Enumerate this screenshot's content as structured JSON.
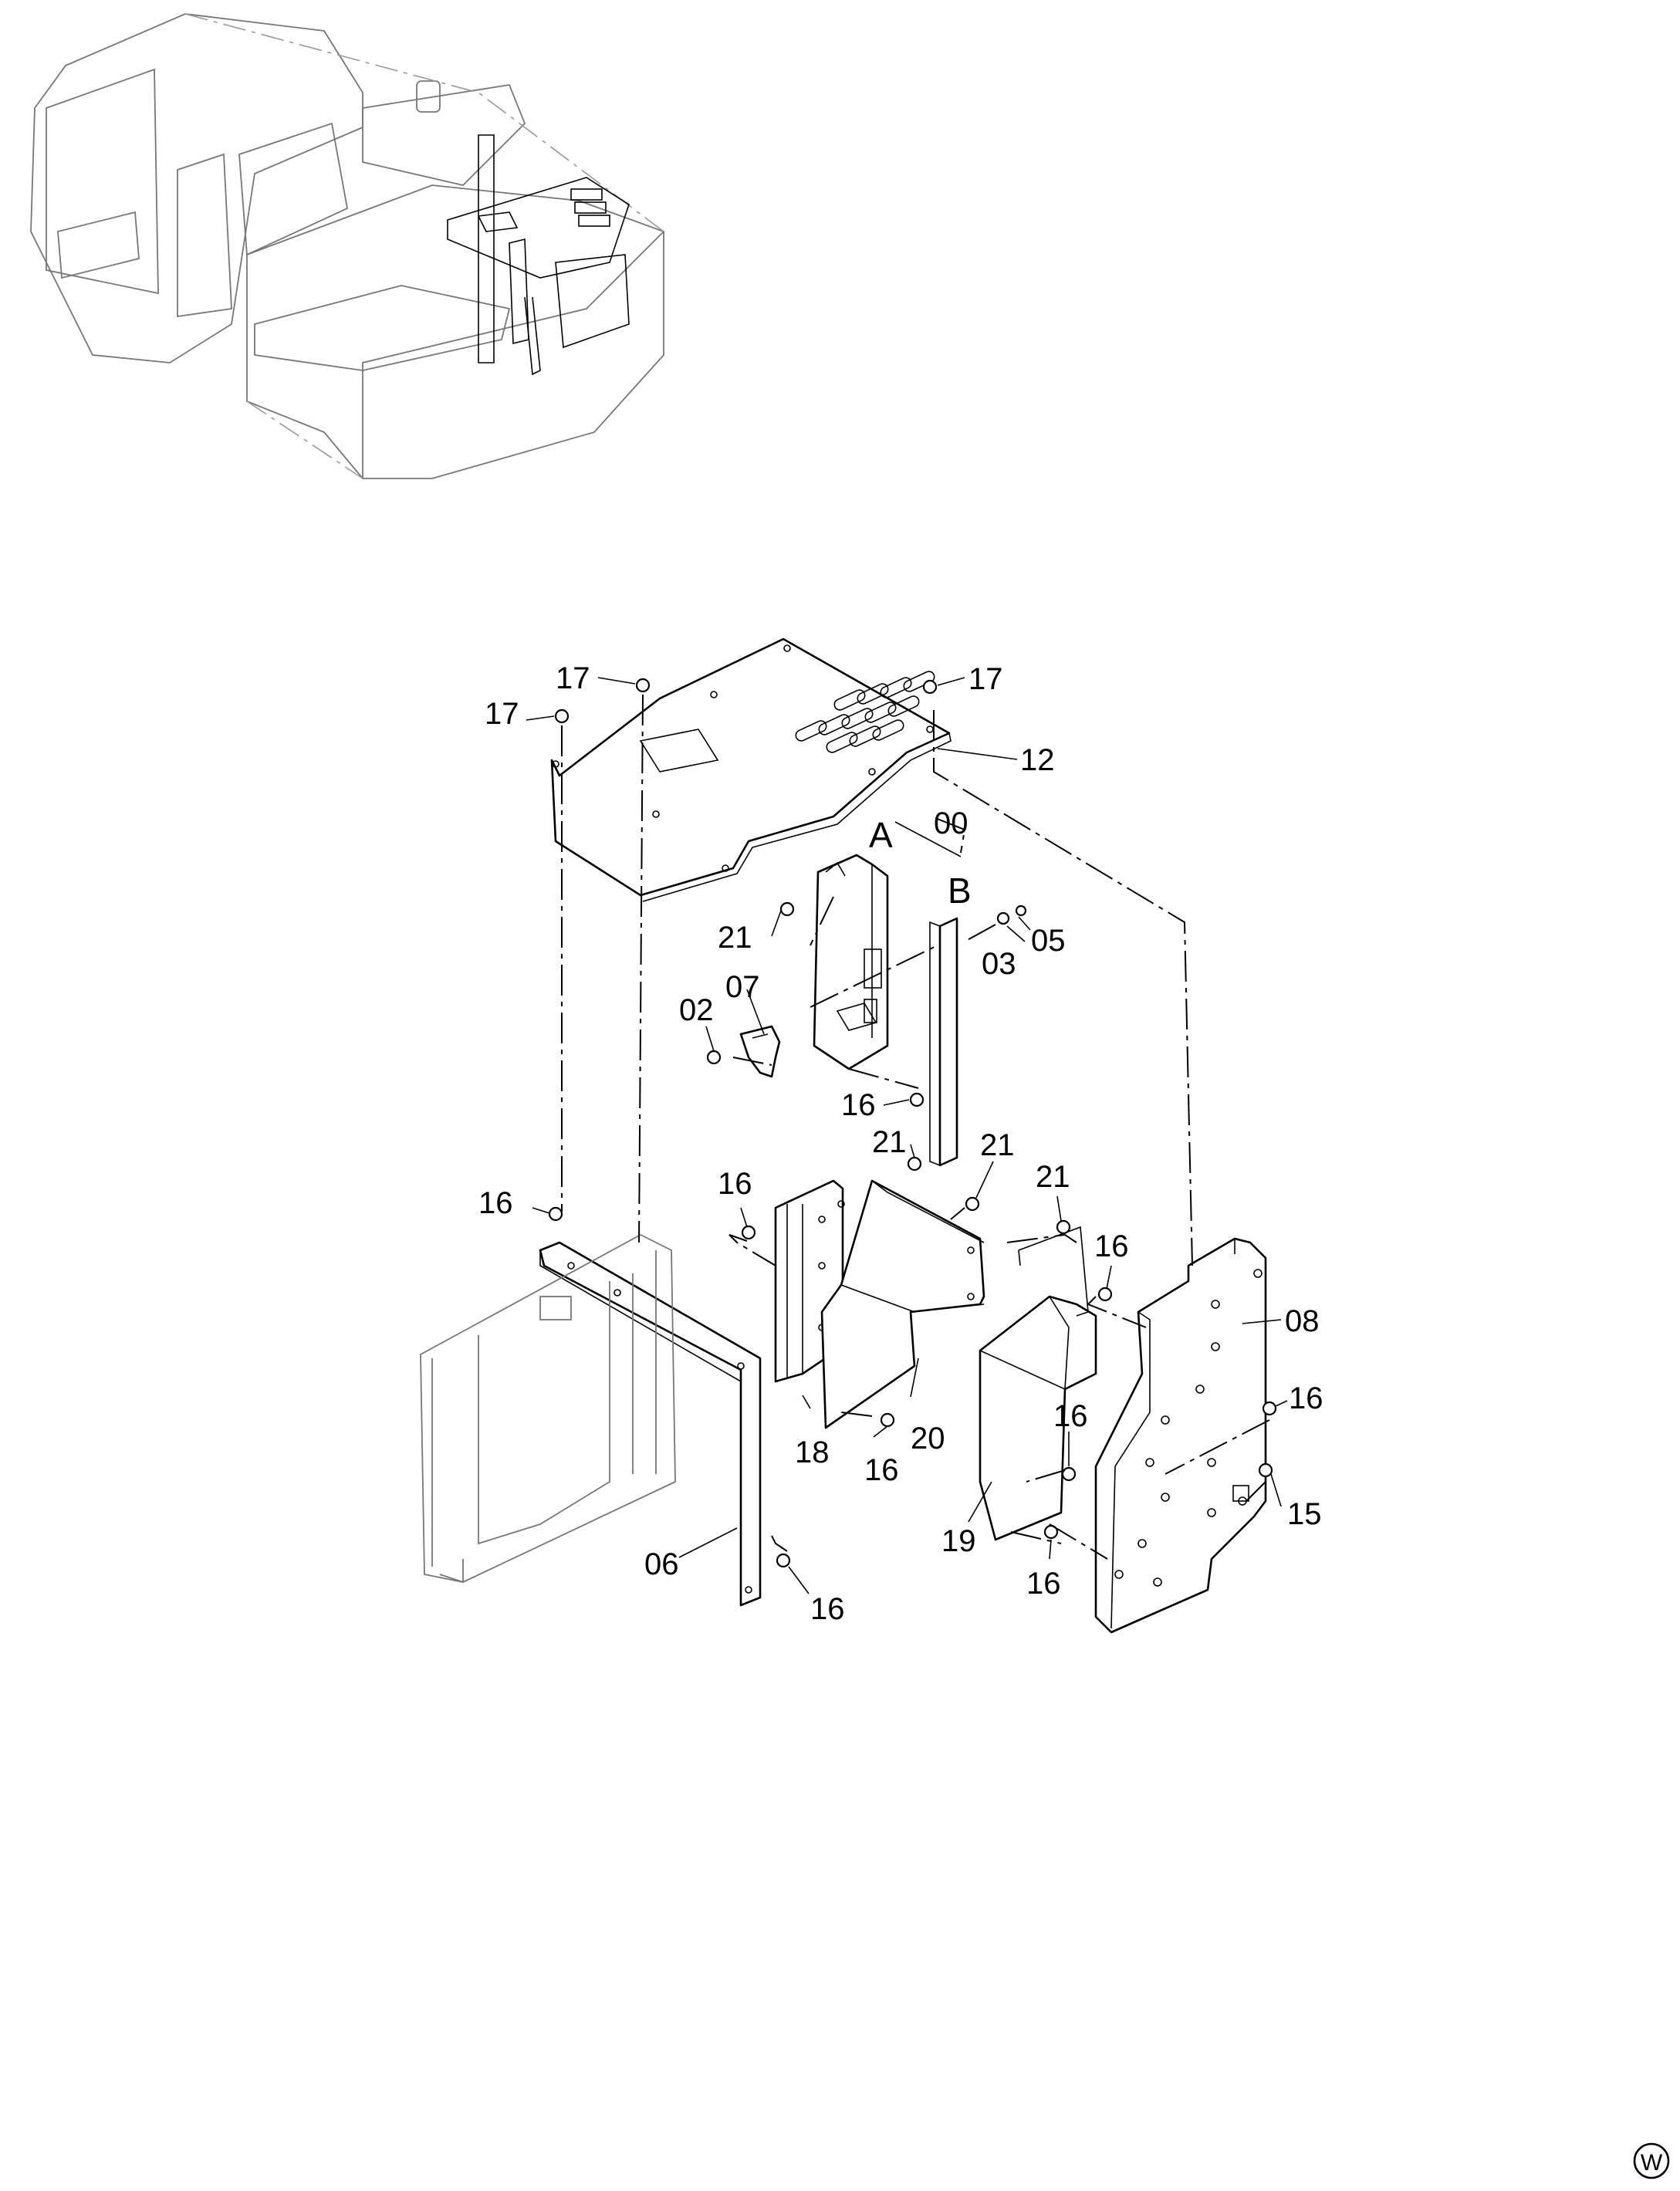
{
  "diagram": {
    "part_labels": {
      "p00": "00",
      "p02": "02",
      "p03": "03",
      "p05": "05",
      "p06": "06",
      "p07": "07",
      "p08": "08",
      "p12": "12",
      "p15": "15",
      "p16": "16",
      "p17": "17",
      "p18": "18",
      "p19": "19",
      "p20": "20",
      "p21": "21"
    },
    "sub_labels": {
      "a": "A",
      "b": "B"
    },
    "corner_mark": "W"
  }
}
